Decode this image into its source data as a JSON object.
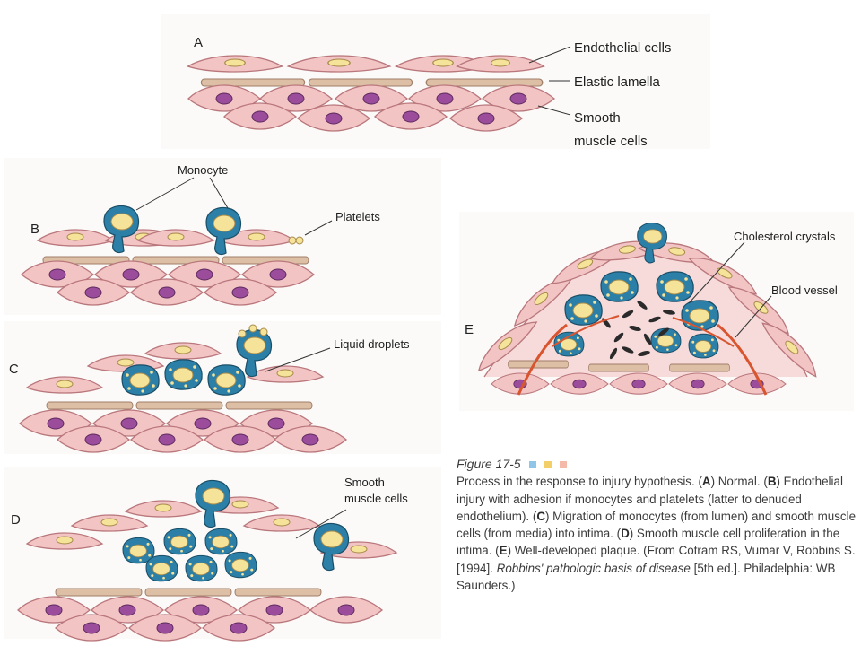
{
  "panels": {
    "A": {
      "letter": "A",
      "labels": [
        "Endothelial cells",
        "Elastic lamella",
        "Smooth",
        "muscle cells"
      ]
    },
    "B": {
      "letter": "B",
      "labels": [
        "Monocyte",
        "Platelets"
      ]
    },
    "C": {
      "letter": "C",
      "labels": [
        "Liquid droplets"
      ]
    },
    "D": {
      "letter": "D",
      "labels": [
        "Smooth",
        "muscle cells"
      ]
    },
    "E": {
      "letter": "E",
      "labels": [
        "Cholesterol crystals",
        "Blood vessel"
      ]
    }
  },
  "caption": {
    "figure": "Figure 17-5",
    "swatches": [
      "#8ec5e8",
      "#f3cf6a",
      "#f4b9a8"
    ],
    "s1": "Process in the response to injury hypothesis. (",
    "A": "A",
    "s2": ") Normal. (",
    "B": "B",
    "s3": ") Endothelial injury with adhesion if monocytes and platelets (latter to denuded endothelium). (",
    "C": "C",
    "s4": ") Migration of monocytes (from lumen) and smooth muscle cells (from media) into intima. (",
    "D": "D",
    "s5": ") Smooth muscle cell proliferation in the intima. (",
    "E": "E",
    "s6": ") Well-developed plaque. (From Cotram RS, Vumar V, Robbins S. [1994]. ",
    "book": "Robbins' pathologic basis of disease",
    "s7": " [5th ed.]. Philadelphia: WB Saunders.)"
  },
  "colors": {
    "endothelium": "#f3c4c4",
    "cell_outline": "#b9777c",
    "nucleus_yellow": "#f6e39a",
    "nucleus_purple": "#9b4c9b",
    "monocyte_blue": "#2c7fa6",
    "lamella": "#ddbfa6",
    "vessel": "#d8552f",
    "crystal": "#2a2a2a"
  }
}
